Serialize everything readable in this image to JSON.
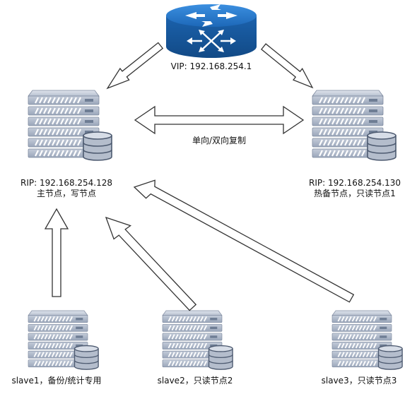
{
  "router": {
    "label": "VIP: 192.168.254.1",
    "icon": "router-icon"
  },
  "link": {
    "label": "单向/双向复制"
  },
  "master": {
    "ip": "RIP: 192.168.254.128",
    "role": "主节点，写节点",
    "icon": "database-server-icon"
  },
  "standby": {
    "ip": "RIP: 192.168.254.130",
    "role": "热备节点，只读节点1",
    "icon": "database-server-icon"
  },
  "slaves": [
    {
      "label": "slave1，备份/统计专用",
      "icon": "database-server-icon"
    },
    {
      "label": "slave2，只读节点2",
      "icon": "database-server-icon"
    },
    {
      "label": "slave3，只读节点3",
      "icon": "database-server-icon"
    }
  ],
  "colors": {
    "router_fill": "#1f6fbf",
    "server_body": "#a9b3c5",
    "server_slot": "#6e7d94",
    "arrow_stroke": "#333333"
  }
}
